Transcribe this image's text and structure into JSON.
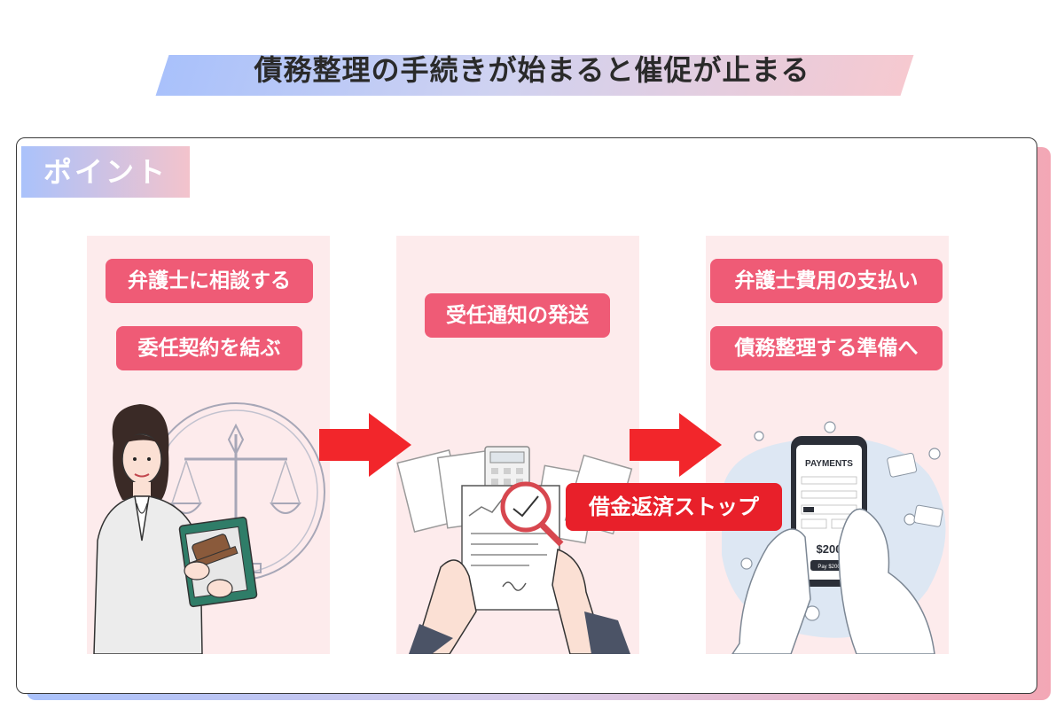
{
  "title": "債務整理の手続きが始まると催促が止まる",
  "point_label": "ポイント",
  "steps": [
    {
      "labels": [
        "弁護士に相談する",
        "委任契約を結ぶ"
      ]
    },
    {
      "labels": [
        "受任通知の発送"
      ]
    },
    {
      "labels": [
        "弁護士費用の支払い",
        "債務整理する準備へ"
      ]
    }
  ],
  "highlight": "借金返済ストップ",
  "payment_screen": {
    "heading": "PAYMENTS",
    "amount": "$200",
    "button": "Pay $200"
  },
  "colors": {
    "pill": "#ef5b76",
    "highlight": "#e8202a",
    "arrow": "#f2262b",
    "panel": "#fdebec"
  },
  "icons": [
    "scales-of-justice-icon",
    "gavel-icon",
    "magnifying-glass-icon",
    "smartphone-icon",
    "coin-icon"
  ]
}
